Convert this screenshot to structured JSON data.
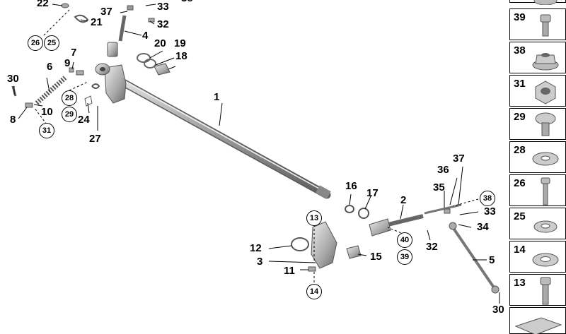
{
  "callouts": {
    "l1": "1",
    "l2": "2",
    "l3": "3",
    "l4": "4",
    "l5": "5",
    "l6": "6",
    "l7": "7",
    "l8": "8",
    "l9": "9",
    "l10": "10",
    "l11": "11",
    "l12": "12",
    "l15": "15",
    "l16": "16",
    "l17": "17",
    "l18": "18",
    "l19": "19",
    "l20": "20",
    "l21": "21",
    "l22": "22",
    "l24": "24",
    "l27": "27",
    "l30a": "30",
    "l30b": "30",
    "l32a": "32",
    "l32b": "32",
    "l33a": "33",
    "l33b": "33",
    "l34": "34",
    "l35": "35",
    "l36": "36",
    "l37a": "37",
    "l37b": "37",
    "l38top": "38"
  },
  "circled": {
    "c26": "26",
    "c25": "25",
    "c28": "28",
    "c29": "29",
    "c31": "31",
    "c13": "13",
    "c14": "14",
    "c38": "38",
    "c40": "40",
    "c39": "39"
  },
  "legend": [
    {
      "num": "39",
      "part": "bolt-icon"
    },
    {
      "num": "38",
      "part": "flange-nut-icon"
    },
    {
      "num": "31",
      "part": "hex-nut-icon"
    },
    {
      "num": "29",
      "part": "round-head-bolt-icon"
    },
    {
      "num": "28",
      "part": "washer-icon"
    },
    {
      "num": "26",
      "part": "long-bolt-icon"
    },
    {
      "num": "25",
      "part": "washer-icon"
    },
    {
      "num": "14",
      "part": "washer-icon"
    },
    {
      "num": "13",
      "part": "bolt-icon"
    }
  ]
}
